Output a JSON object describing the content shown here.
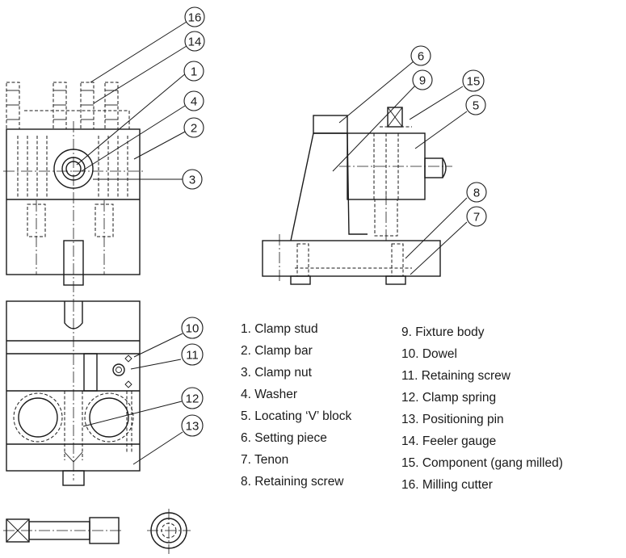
{
  "callouts": [
    "1",
    "2",
    "3",
    "4",
    "5",
    "6",
    "7",
    "8",
    "9",
    "10",
    "11",
    "12",
    "13",
    "14",
    "15",
    "16"
  ],
  "legend": {
    "left": [
      "1. Clamp stud",
      "2. Clamp bar",
      "3. Clamp nut",
      "4. Washer",
      "5. Locating ‘V’ block",
      "6. Setting piece",
      "7. Tenon",
      "8. Retaining screw"
    ],
    "right": [
      "9. Fixture body",
      "10. Dowel",
      "11. Retaining screw",
      "12. Clamp spring",
      "13. Positioning pin",
      "14. Feeler gauge",
      "15. Component (gang milled)",
      "16. Milling cutter"
    ]
  }
}
